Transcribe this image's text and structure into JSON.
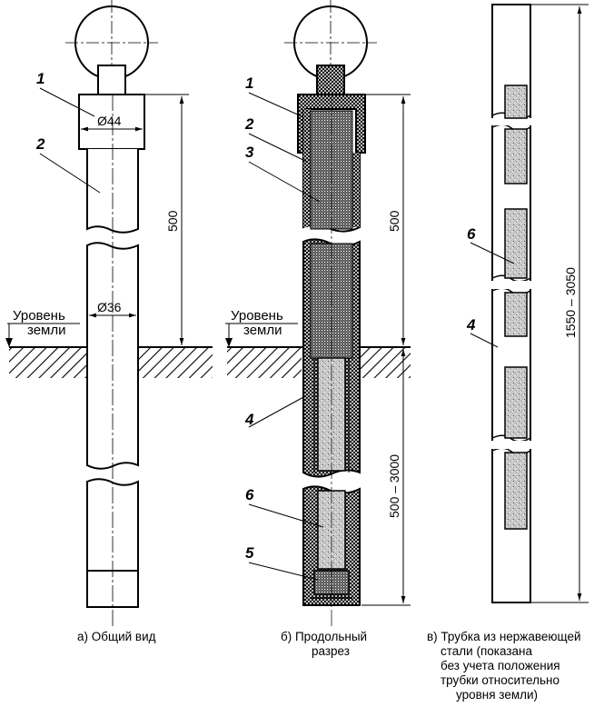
{
  "view_a": {
    "dia_top": "Ø44",
    "dia_body": "Ø36",
    "dim_height": "500",
    "ground_line1": "Уровень",
    "ground_line2": "земли",
    "callouts": [
      "1",
      "2"
    ],
    "caption": [
      "а) Общий вид"
    ]
  },
  "view_b": {
    "dim_upper": "500",
    "dim_lower": "500 – 3000",
    "ground_line1": "Уровень",
    "ground_line2": "земли",
    "callouts": [
      "1",
      "2",
      "3",
      "4",
      "6",
      "5"
    ],
    "caption": [
      "б) Продольный",
      "разрез"
    ]
  },
  "view_c": {
    "dim_length": "1550 – 3050",
    "callouts": [
      "6",
      "4"
    ],
    "caption": [
      "в) Трубка из нержавеющей",
      "стали (показана",
      "без учета положения",
      "трубки относительно",
      "уровня земли)"
    ]
  }
}
